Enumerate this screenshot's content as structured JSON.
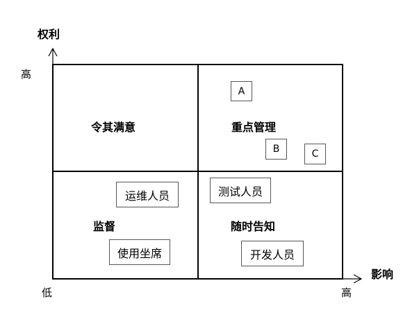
{
  "axes": {
    "y_title": "权利",
    "y_high": "高",
    "x_title": "影响",
    "x_high": "高",
    "origin_low": "低"
  },
  "quadrants": {
    "top_left": "令其满意",
    "top_right": "重点管理",
    "bottom_left": "监督",
    "bottom_right": "随时告知"
  },
  "items": {
    "a": "A",
    "b": "B",
    "c": "C",
    "ops": "运维人员",
    "seat": "使用坐席",
    "test": "测试人员",
    "dev": "开发人员"
  }
}
